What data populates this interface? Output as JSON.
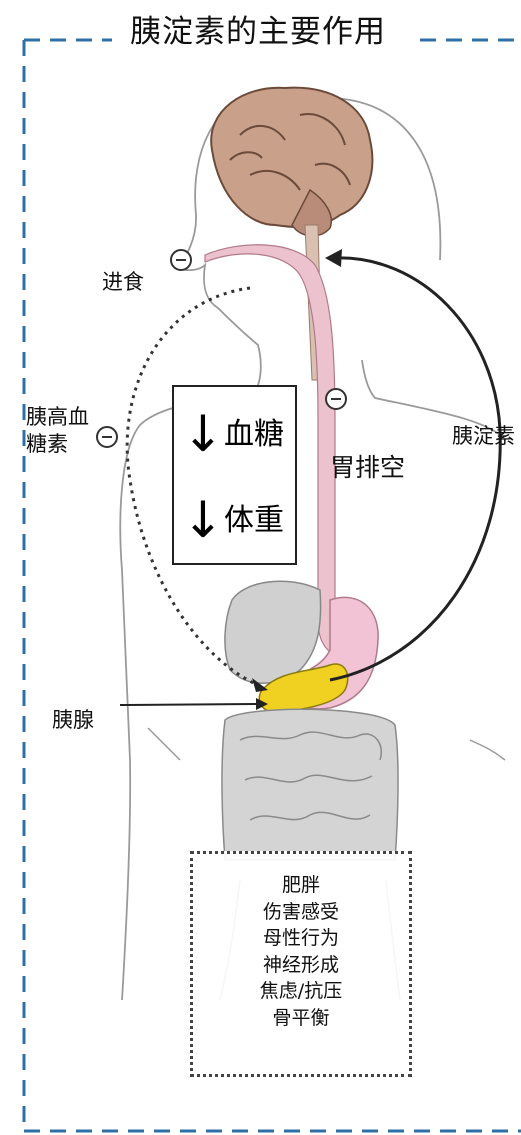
{
  "title": "胰淀素的主要作用",
  "labels": {
    "intake": "进食",
    "glucagon_line1": "胰高血",
    "glucagon_line2": "糖素",
    "pancreas": "胰腺",
    "gastric_emptying": "胃排空",
    "amylin": "胰淀素"
  },
  "effects": [
    {
      "arrow": "↓",
      "label": "血糖"
    },
    {
      "arrow": "↓",
      "label": "体重"
    }
  ],
  "inhibit_symbol": "⊖",
  "roles": [
    "肥胖",
    "伤害感受",
    "母性行为",
    "神经形成",
    "焦虑/抗压",
    "骨平衡"
  ],
  "colors": {
    "frame_dash": "#2f6fa8",
    "brain": "#c9a08a",
    "esophagus": "#ecc2cf",
    "pancreas": "#f0d020",
    "organs": "#c8c8c8",
    "stomach": "#f1c3d4"
  }
}
